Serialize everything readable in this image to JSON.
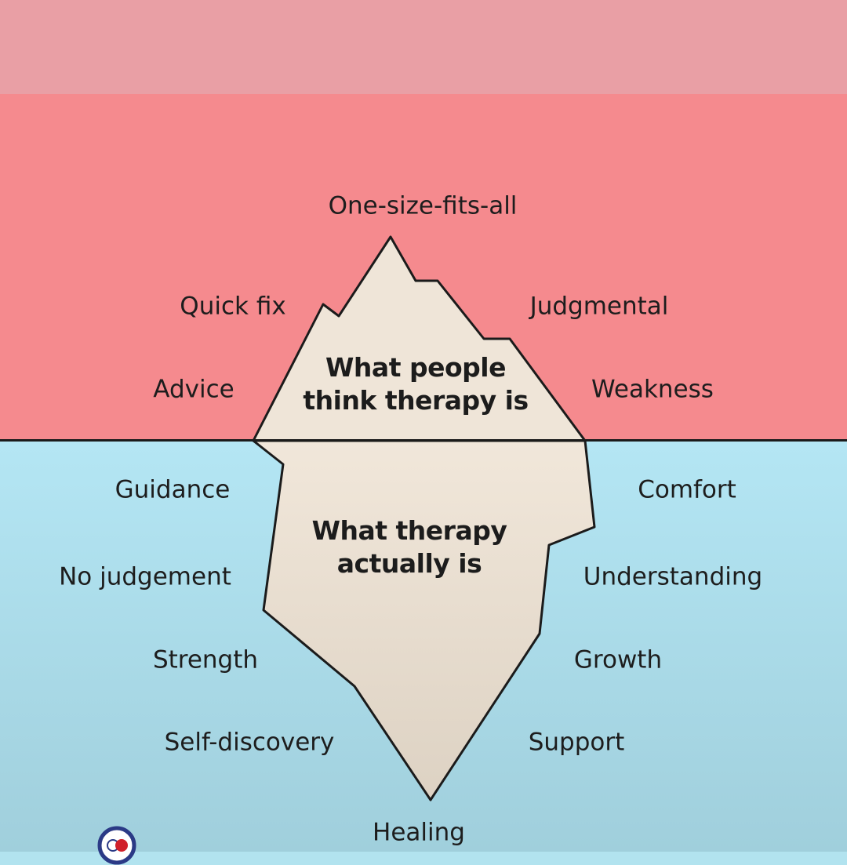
{
  "diagram": {
    "tip_caption_line1": "What people",
    "tip_caption_line2": "think therapy is",
    "submerged_caption_line1": "What therapy",
    "submerged_caption_line2": "actually is",
    "above_water": {
      "top": "One-size-fits-all",
      "left_1": "Quick fix",
      "left_2": "Advice",
      "right_1": "Judgmental",
      "right_2": "Weakness"
    },
    "below_water": {
      "left_1": "Guidance",
      "left_2": "No judgement",
      "left_3": "Strength",
      "left_4": "Self-discovery",
      "right_1": "Comfort",
      "right_2": "Understanding",
      "right_3": "Growth",
      "right_4": "Support",
      "bottom": "Healing"
    }
  },
  "colors": {
    "top_band": "#e99fa5",
    "sky": "#f58a8e",
    "water": "#b2e3ef",
    "iceberg": "#efe5d8",
    "outline": "#1b1b1b",
    "logo_ring": "#2b3a86",
    "logo_dot": "#d0202a"
  },
  "icons": {
    "logo": "brain-heart-logo-icon"
  }
}
